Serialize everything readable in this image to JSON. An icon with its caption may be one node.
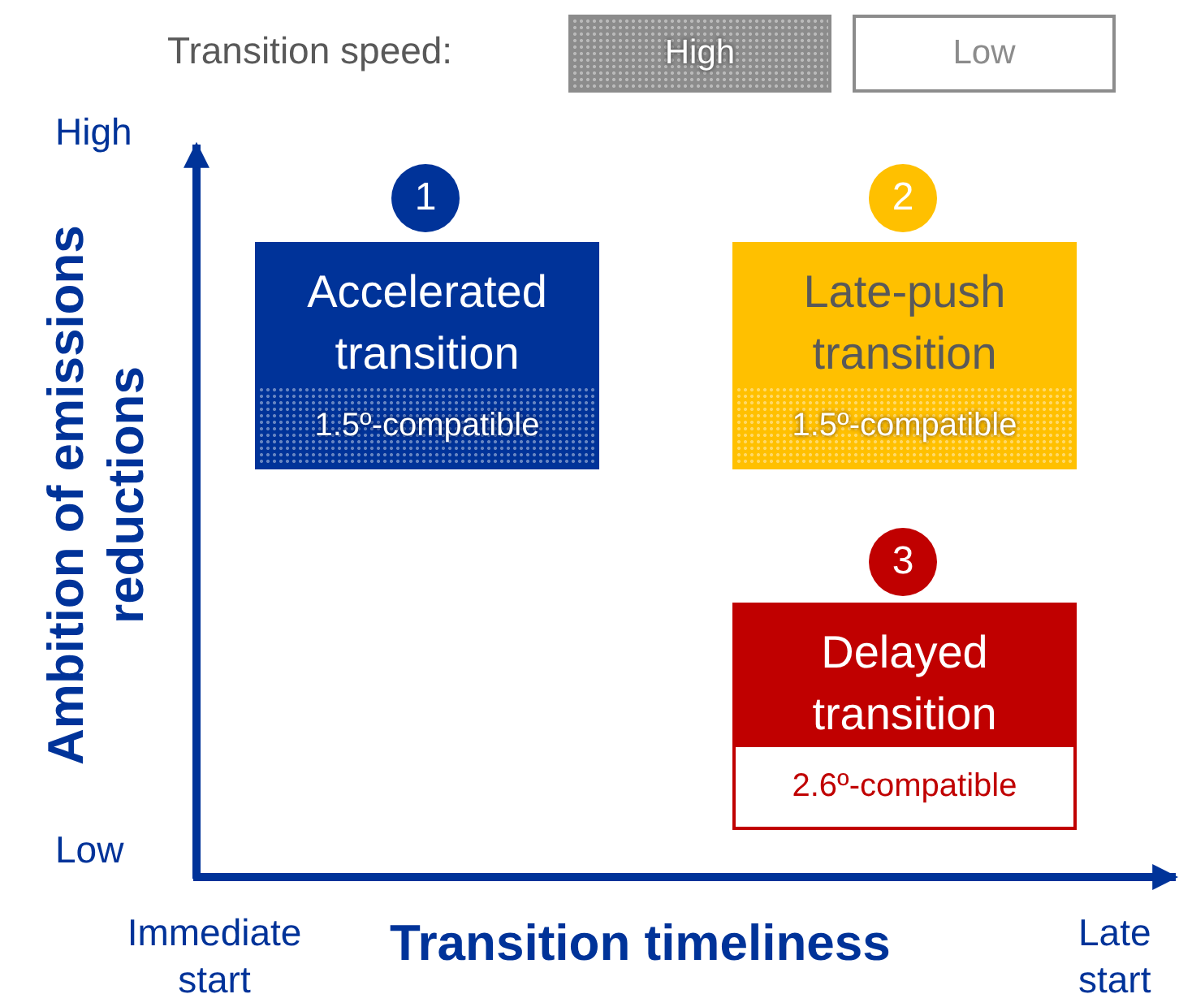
{
  "diagram": {
    "nodes": [
      {
        "text": [
          "1"
        ]
      },
      {
        "text": [
          "2"
        ]
      },
      {
        "text": [
          "Accelerated transition",
          "1.5º-compatible"
        ]
      },
      {
        "text": [
          "Late-push transition",
          "1.5º-compatible"
        ]
      },
      {
        "text": [
          "3"
        ]
      },
      {
        "text": [
          "Delayed transition",
          "2.6º-compatible"
        ]
      }
    ],
    "edges": [],
    "labels": [
      "Transition speed:",
      "High",
      "Ambition of emissions reductions",
      "Low",
      "Immediate start",
      "Transition timeliness",
      "Late start"
    ],
    "legend": [
      {
        "text": "High",
        "color": "#8c8c8c"
      },
      {
        "text": "Low",
        "color": "#ffffff"
      }
    ]
  }
}
